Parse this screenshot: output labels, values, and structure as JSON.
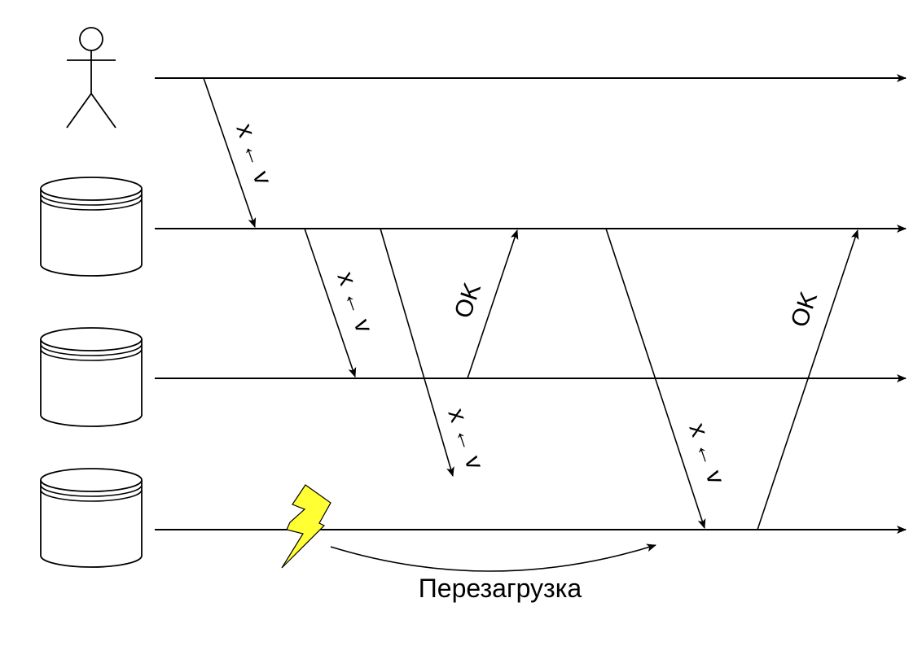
{
  "diagram": {
    "participants": [
      {
        "id": "client",
        "icon": "stick-figure-icon"
      },
      {
        "id": "node-1",
        "icon": "database-icon"
      },
      {
        "id": "node-2",
        "icon": "database-icon"
      },
      {
        "id": "node-3",
        "icon": "database-icon"
      }
    ],
    "messages": [
      {
        "from": "client",
        "to": "node-1",
        "label": "x ← v"
      },
      {
        "from": "node-1",
        "to": "node-2",
        "label": "x ← v"
      },
      {
        "from": "node-1",
        "to": "node-3",
        "label": "x ← v",
        "delivered": false
      },
      {
        "from": "node-2",
        "to": "node-1",
        "label": "OK"
      },
      {
        "from": "node-1",
        "to": "node-3",
        "label": "x ← v"
      },
      {
        "from": "node-3",
        "to": "node-1",
        "label": "OK"
      }
    ],
    "failure_icon": "lightning-icon",
    "failure_color": "#ffff33",
    "restart_label": "Перезагрузка"
  }
}
